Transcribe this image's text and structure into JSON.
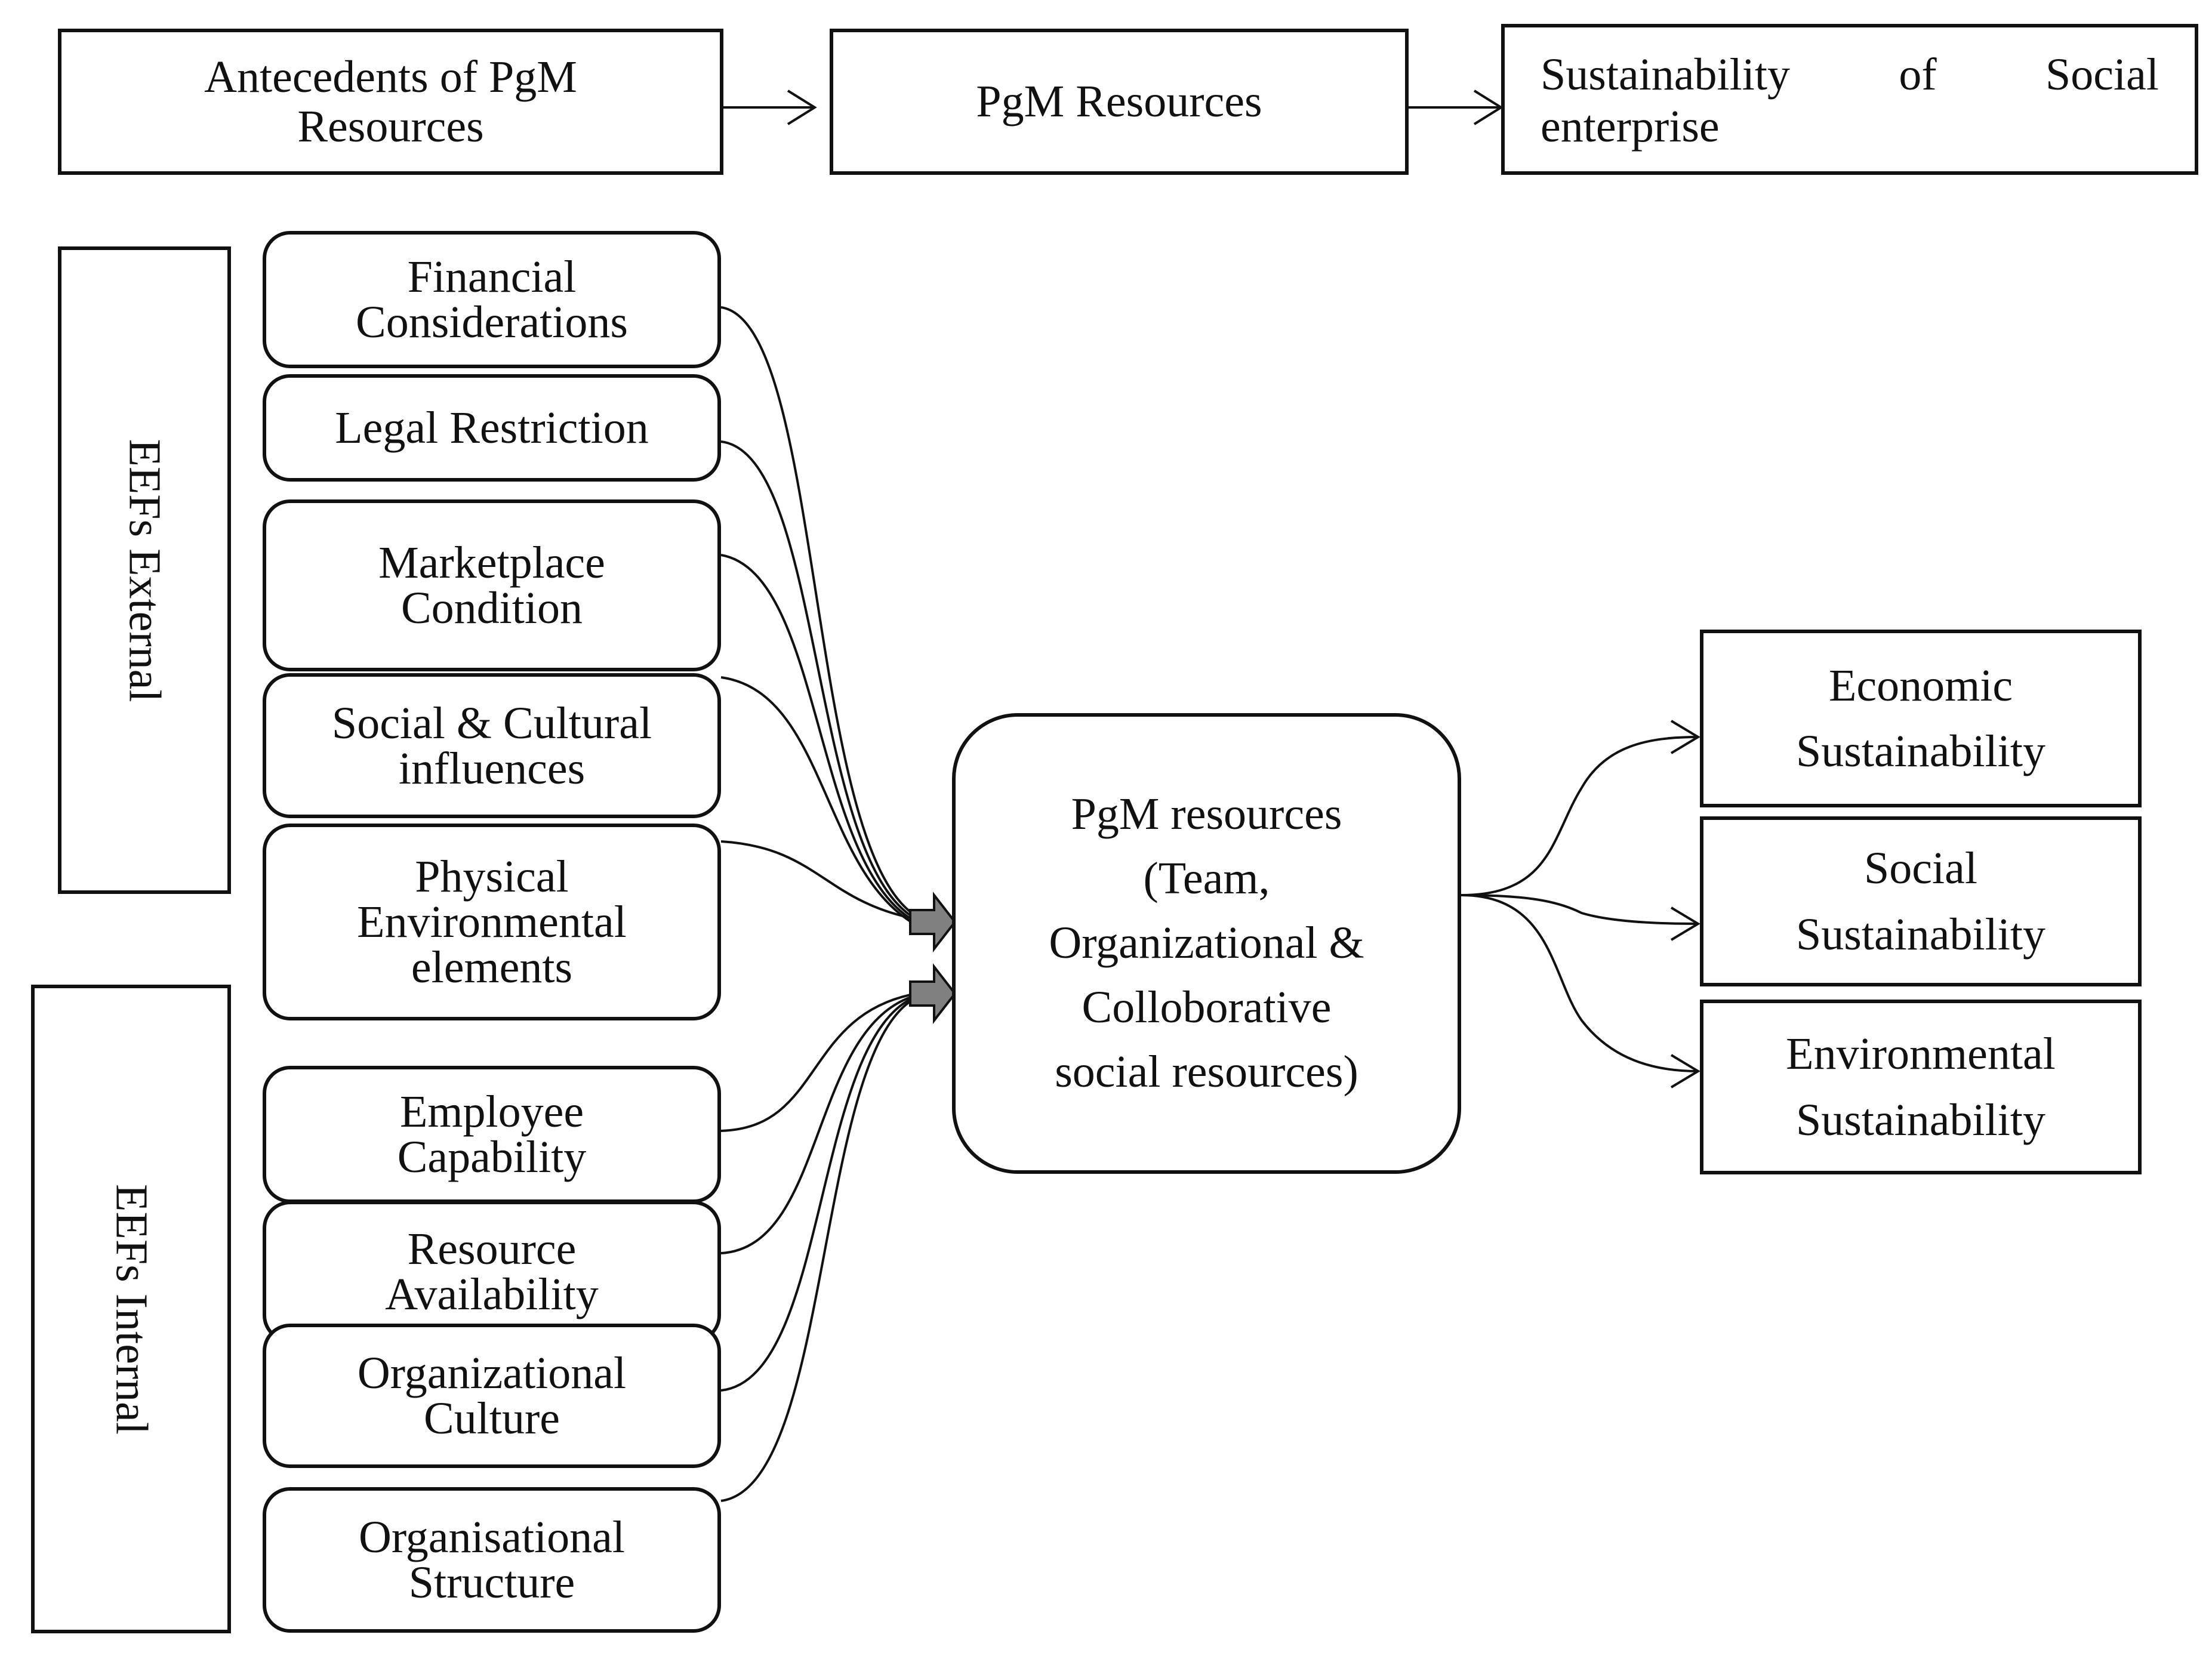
{
  "header": {
    "antecedents": "Antecedents of PgM\nResources",
    "resources": "PgM Resources",
    "sustainability_line1": [
      "Sustainability",
      "of",
      "Social"
    ],
    "sustainability_line2": "enterprise"
  },
  "groups": {
    "external": "EEFs External",
    "internal": "EEFs Internal"
  },
  "external_factors": [
    "Financial\nConsiderations",
    "Legal Restriction",
    "Marketplace\nCondition",
    "Social & Cultural\ninfluences",
    "Physical\nEnvironmental\nelements"
  ],
  "internal_factors": [
    "Employee\nCapability",
    "Resource\nAvailability",
    "Organizational\nCulture",
    "Organisational\nStructure"
  ],
  "center": "PgM resources\n(Team,\nOrganizational &\nColloborative\nsocial resources)",
  "outcomes": [
    "Economic\nSustainability",
    "Social\nSustainability",
    "Environmental\nSustainability"
  ]
}
